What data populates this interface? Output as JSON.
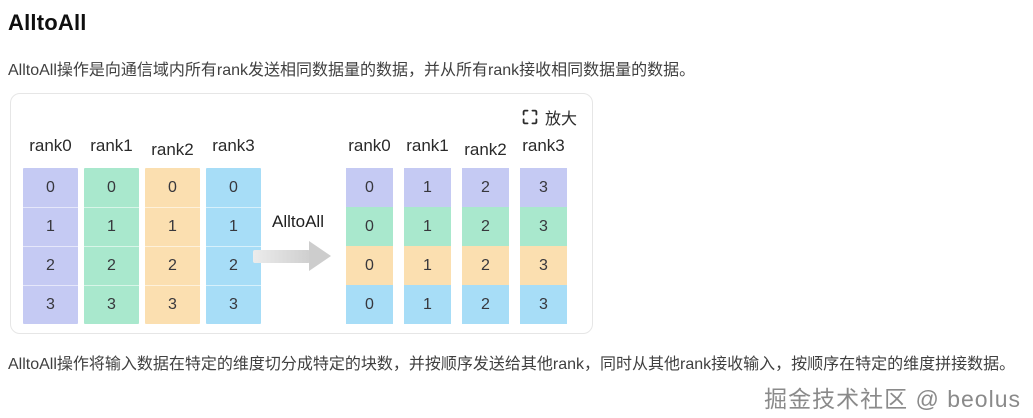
{
  "page": {
    "title": "AlltoAll",
    "intro": "AlltoAll操作是向通信域内所有rank发送相同数据量的数据，并从所有rank接收相同数据量的数据。",
    "description": "AlltoAll操作将输入数据在特定的维度切分成特定的块数，并按顺序发送给其他rank，同时从其他rank接收输入，按顺序在特定的维度拼接数据。",
    "watermark": "掘金技术社区 @ beolus"
  },
  "figure": {
    "zoom_button": {
      "icon": "expand-icon",
      "label": "放大"
    },
    "arrow_label": "AlltoAll",
    "palette": {
      "purple": "#c5caf3",
      "green": "#a9e8cd",
      "orange": "#fbdfb0",
      "cyan": "#a7ddf7"
    },
    "input_grid": {
      "headers": [
        "rank0",
        "rank1",
        "rank2",
        "rank3"
      ],
      "columns": [
        {
          "rank": "rank0",
          "color": "#c5caf3",
          "values": [
            "0",
            "1",
            "2",
            "3"
          ]
        },
        {
          "rank": "rank1",
          "color": "#a9e8cd",
          "values": [
            "0",
            "1",
            "2",
            "3"
          ]
        },
        {
          "rank": "rank2",
          "color": "#fbdfb0",
          "values": [
            "0",
            "1",
            "2",
            "3"
          ]
        },
        {
          "rank": "rank3",
          "color": "#a7ddf7",
          "values": [
            "0",
            "1",
            "2",
            "3"
          ]
        }
      ]
    },
    "output_grid": {
      "headers": [
        "rank0",
        "rank1",
        "rank2",
        "rank3"
      ],
      "row_colors": [
        "#c5caf3",
        "#a9e8cd",
        "#fbdfb0",
        "#a7ddf7"
      ],
      "columns": [
        {
          "rank": "rank0",
          "values": [
            "0",
            "0",
            "0",
            "0"
          ]
        },
        {
          "rank": "rank1",
          "values": [
            "1",
            "1",
            "1",
            "1"
          ]
        },
        {
          "rank": "rank2",
          "values": [
            "2",
            "2",
            "2",
            "2"
          ]
        },
        {
          "rank": "rank3",
          "values": [
            "3",
            "3",
            "3",
            "3"
          ]
        }
      ]
    }
  }
}
